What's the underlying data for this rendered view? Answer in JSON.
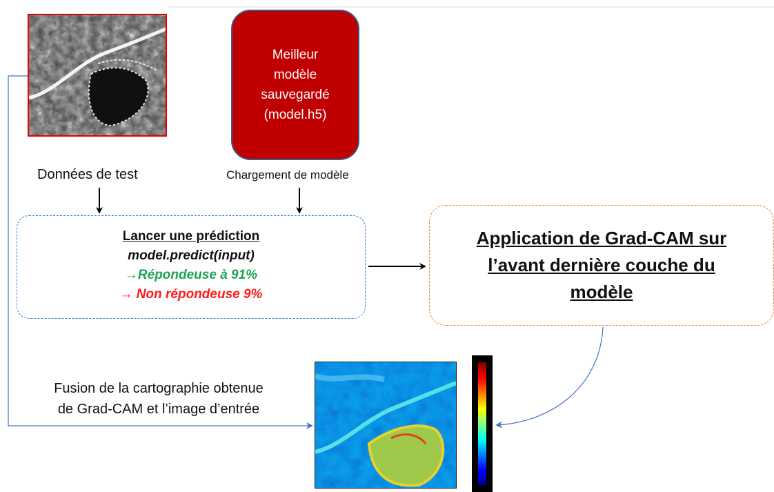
{
  "model_box": {
    "lines": [
      "Meilleur",
      "modèle",
      "sauvegardé",
      "(model.h5)"
    ],
    "color": "#c00000"
  },
  "labels": {
    "test_data": "Données de test",
    "model_loading": "Chargement de modèle"
  },
  "prediction": {
    "title": "Lancer une prédiction",
    "code": "model.predict(input)",
    "positive": "→Répondeuse à 91%",
    "negative": "→ Non répondeuse 9%",
    "positive_color": "#1aa352",
    "negative_color": "#ff1a1a"
  },
  "gradcam": {
    "lines": [
      "Application de Grad-CAM sur",
      "l’avant dernière couche du",
      "modèle"
    ]
  },
  "fusion": {
    "lines": [
      "Fusion de la cartographie obtenue",
      "de Grad-CAM et l’image d’entrée"
    ]
  },
  "colors": {
    "connector": "#4472c4",
    "arrow": "#000000",
    "input_border": "#e00000",
    "pred_border": "#3a7bd5",
    "gradcam_border": "#ee8033"
  }
}
